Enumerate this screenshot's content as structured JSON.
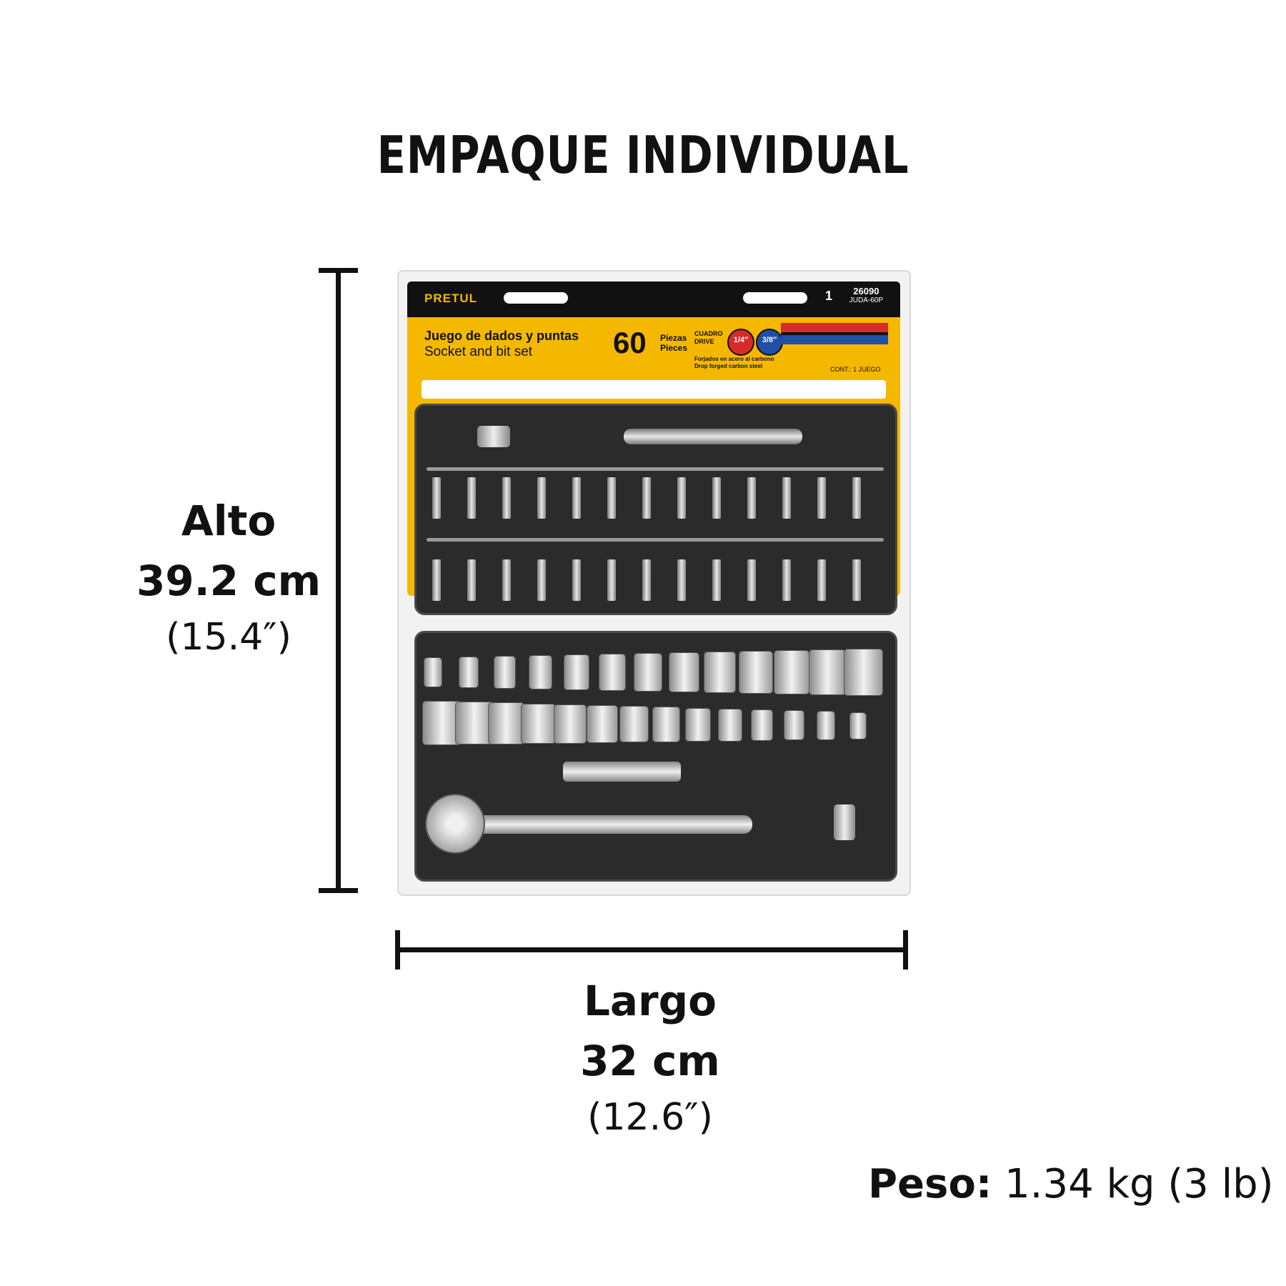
{
  "title": "EMPAQUE INDIVIDUAL",
  "height": {
    "label": "Alto",
    "metric": "39.2 cm",
    "imperial": "(15.4″)"
  },
  "width": {
    "label": "Largo",
    "metric": "32 cm",
    "imperial": "(12.6″)"
  },
  "weight": {
    "label": "Peso:",
    "value": "1.34 kg (3 lb)"
  },
  "package": {
    "brand": "PRETUL",
    "code": "26090",
    "model": "JUDA-60P",
    "warranty": "1",
    "name_es": "Juego de dados y puntas",
    "name_en": "Socket and bit set",
    "pieces": "60",
    "pieces_es": "Piezas",
    "pieces_en": "Pieces",
    "drive_es": "CUADRO",
    "drive_en": "DRIVE",
    "drive_1": "1/4″",
    "drive_2": "3/8″",
    "forged_es": "Forjados en acero al carbono",
    "forged_en": "Drop forged carbon steel",
    "contents": "CONT.: 1 JUEGO"
  },
  "colors": {
    "brand_yellow": "#f5b800",
    "stripe_red": "#d62b2b",
    "stripe_blue": "#1f4fa8"
  }
}
